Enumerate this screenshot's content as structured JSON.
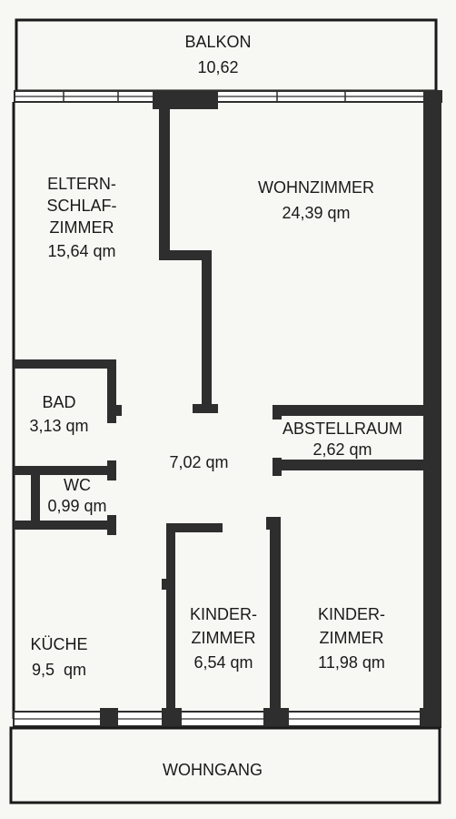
{
  "rooms": {
    "balkon": {
      "lines": [
        "BALKON",
        "10,62"
      ]
    },
    "eltern": {
      "lines": [
        "ELTERN-",
        "SCHLAF-",
        "ZIMMER",
        "15,64 qm"
      ]
    },
    "wohnzimmer": {
      "lines": [
        "WOHNZIMMER",
        "24,39 qm"
      ]
    },
    "bad": {
      "lines": [
        "BAD",
        "3,13 qm"
      ]
    },
    "flur": {
      "lines": [
        "7,02 qm"
      ]
    },
    "abstellraum": {
      "lines": [
        "ABSTELLRAUM",
        "2,62 qm"
      ]
    },
    "wc": {
      "lines": [
        "WC",
        "0,99 qm"
      ]
    },
    "kueche": {
      "lines": [
        "KÜCHE",
        "9,5  qm"
      ]
    },
    "kinderzimmer1": {
      "lines": [
        "KINDER-",
        "ZIMMER",
        "6,54 qm"
      ]
    },
    "kinderzimmer2": {
      "lines": [
        "KINDER-",
        "ZIMMER",
        "11,98 qm"
      ]
    },
    "wohngang": {
      "lines": [
        "WOHNGANG"
      ]
    }
  },
  "colors": {
    "wall": "#2e2e2e",
    "paper": "#f7f7f3",
    "line": "#1a1a1a"
  }
}
